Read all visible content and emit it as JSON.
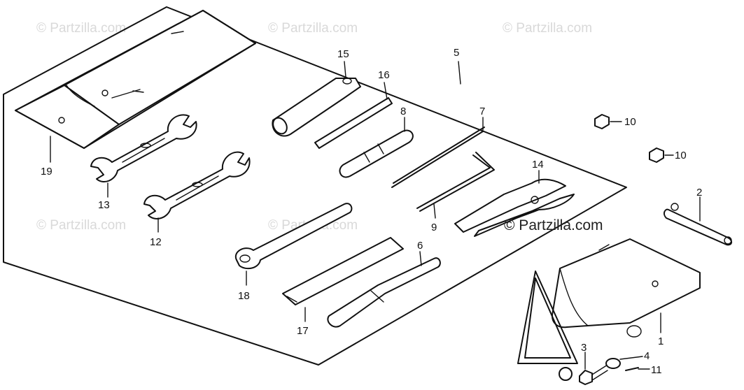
{
  "watermark": {
    "text": "© Partzilla.com",
    "main_text": "© Partzilla.com"
  },
  "callouts": {
    "c1": "1",
    "c2": "2",
    "c3": "3",
    "c4": "4",
    "c5": "5",
    "c6": "6",
    "c7": "7",
    "c8": "8",
    "c9": "9",
    "c10a": "10",
    "c10b": "10",
    "c11": "11",
    "c12": "12",
    "c13": "13",
    "c14": "14",
    "c15": "15",
    "c16": "16",
    "c17": "17",
    "c18": "18",
    "c19": "19"
  }
}
